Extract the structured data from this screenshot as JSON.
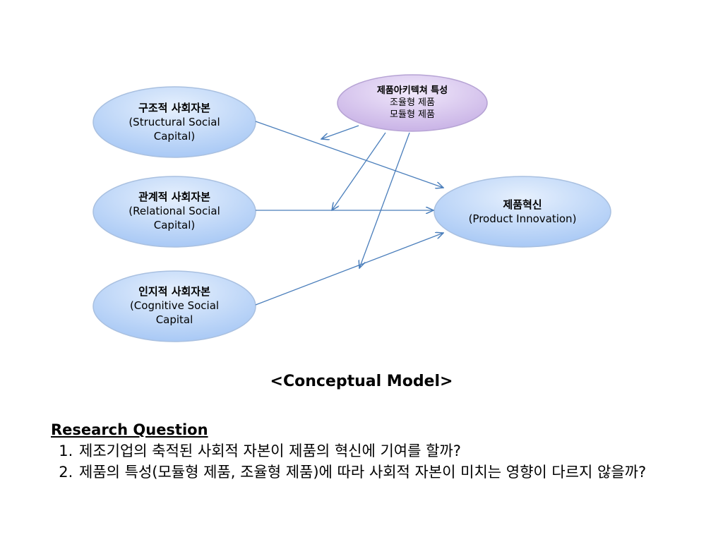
{
  "diagram": {
    "nodes": {
      "structural": {
        "title": "구조적 사회자본",
        "lines": [
          "(Structural Social",
          "Capital)"
        ]
      },
      "relational": {
        "title": "관계적 사회자본",
        "lines": [
          "(Relational Social",
          "Capital)"
        ]
      },
      "cognitive": {
        "title": "인지적 사회자본",
        "lines": [
          "(Cognitive Social",
          "Capital"
        ]
      },
      "innovation": {
        "title": "제품혁신",
        "lines": [
          "(Product Innovation)"
        ]
      },
      "moderator": {
        "title": "제품아키텍쳐 특성",
        "lines": [
          "조율형 제품",
          "모듈형 제품"
        ]
      }
    },
    "colors": {
      "blue_fill": "#a9c9f5",
      "purple_fill": "#c9b3e6",
      "arrow": "#4a7ebb"
    }
  },
  "caption": "<Conceptual Model>",
  "research": {
    "title": "Research Question",
    "items": [
      "제조기업의 축적된 사회적 자본이 제품의 혁신에 기여를 할까?",
      "제품의 특성(모듈형 제품, 조율형 제품)에 따라 사회적 자본이 미치는 영향이 다르지 않을까?"
    ]
  }
}
